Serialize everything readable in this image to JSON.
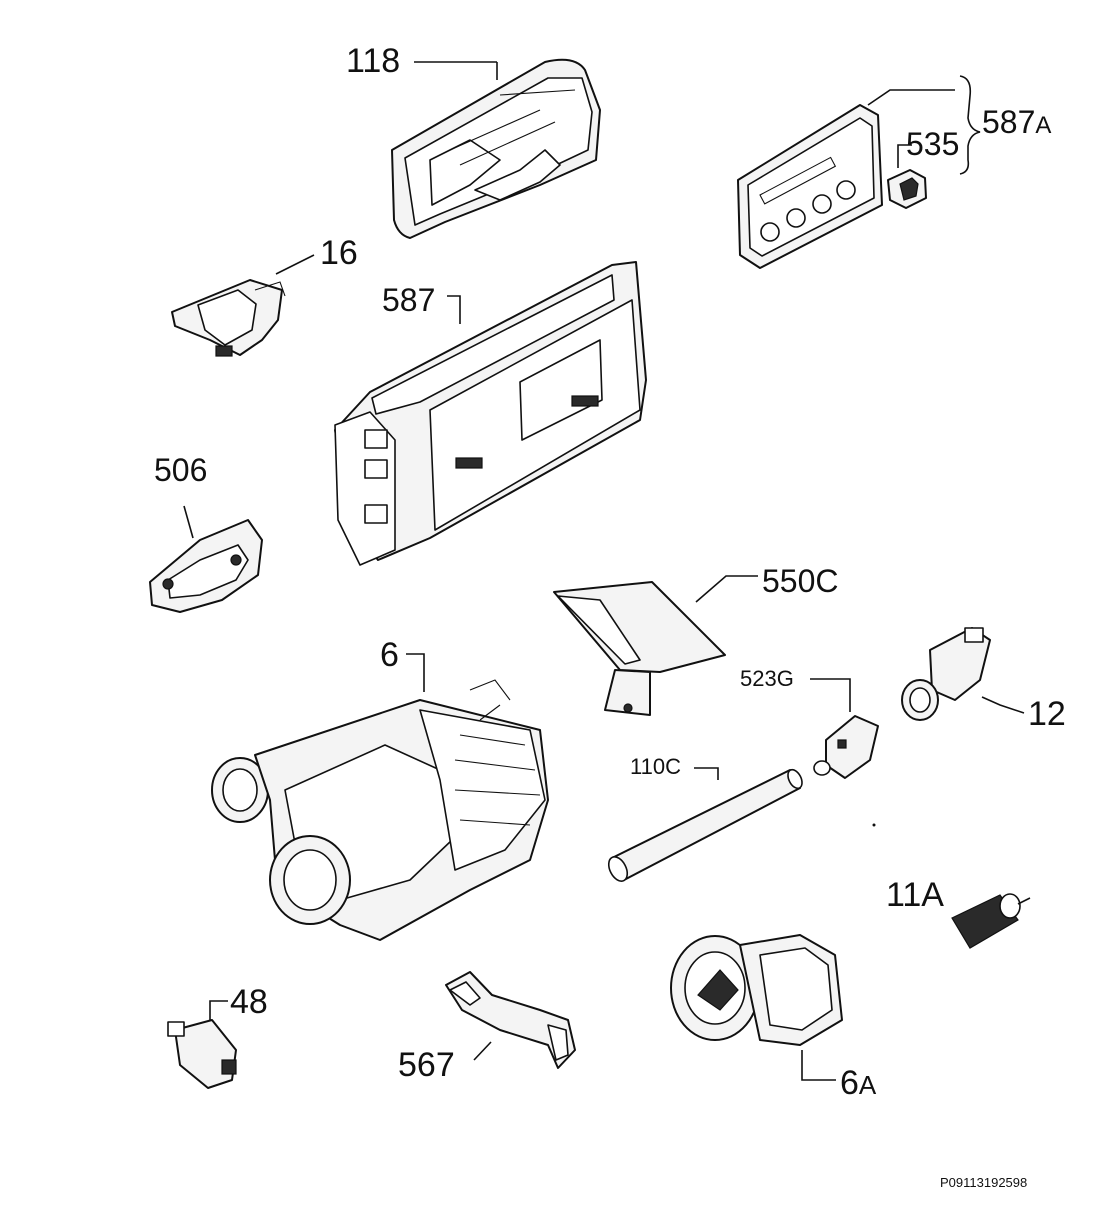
{
  "labels": {
    "p118": "118",
    "p587a": "587",
    "p587a_suffix": "A",
    "p535": "535",
    "p16": "16",
    "p587": "587",
    "p506": "506",
    "p550c": "550C",
    "p6": "6",
    "p523g": "523G",
    "p12": "12",
    "p110c": "110C",
    "p11a": "11A",
    "p48": "48",
    "p567": "567",
    "p6a": "6",
    "p6a_suffix": "A"
  },
  "reference_code": "P09113192598"
}
